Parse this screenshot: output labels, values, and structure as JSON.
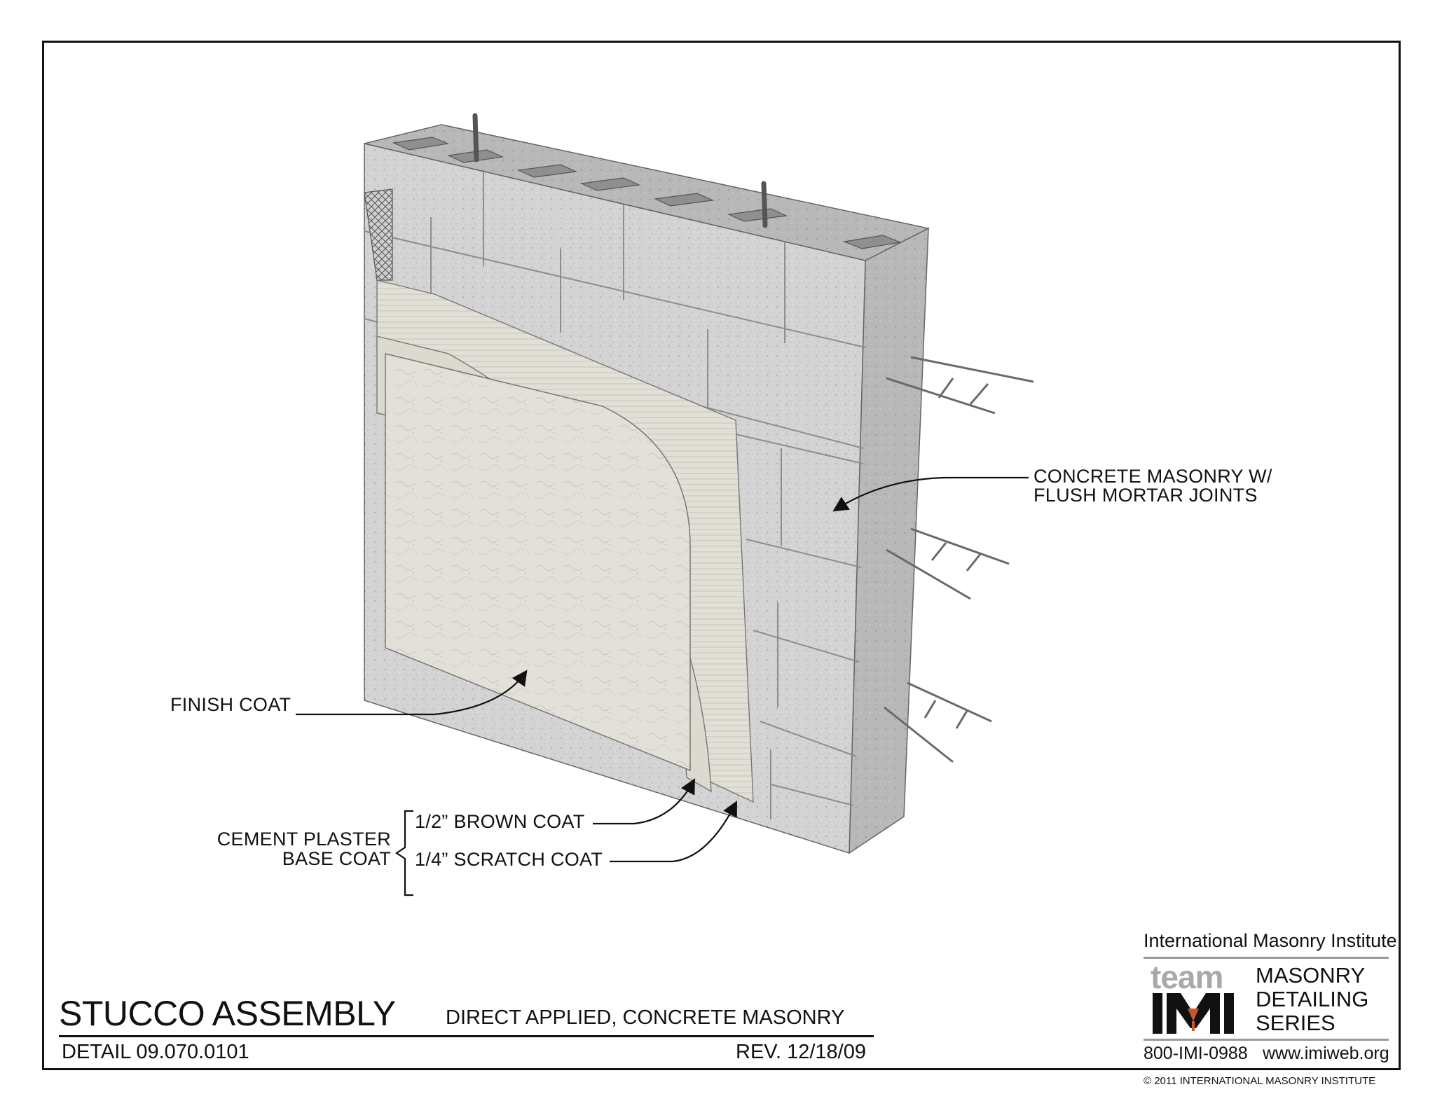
{
  "title": "STUCCO ASSEMBLY",
  "subtitle": "DIRECT APPLIED, CONCRETE MASONRY",
  "detail_number": "DETAIL 09.070.0101",
  "revision": "REV. 12/18/09",
  "callouts": {
    "concrete_masonry_line1": "CONCRETE MASONRY W/",
    "concrete_masonry_line2": "FLUSH MORTAR JOINTS",
    "finish_coat": "FINISH COAT",
    "cement_plaster_line1": "CEMENT PLASTER",
    "cement_plaster_line2": "BASE COAT",
    "brown_coat": "1/2” BROWN COAT",
    "scratch_coat": "1/4” SCRATCH COAT"
  },
  "logo": {
    "institute": "International Masonry Institute",
    "team": "team",
    "series_line1": "MASONRY",
    "series_line2": "DETAILING",
    "series_line3": "SERIES",
    "phone": "800-IMI-0988",
    "website": "www.imiweb.org",
    "copyright": "© 2011 INTERNATIONAL MASONRY INSTITUTE"
  },
  "colors": {
    "block": "#d4d4d4",
    "block_side": "#b9b9b9",
    "finish_coat": "#e4e1da",
    "brown_coat": "#dcdcd6",
    "scratch_coat": "#e6e4dc",
    "logo_accent": "#c8582c"
  }
}
